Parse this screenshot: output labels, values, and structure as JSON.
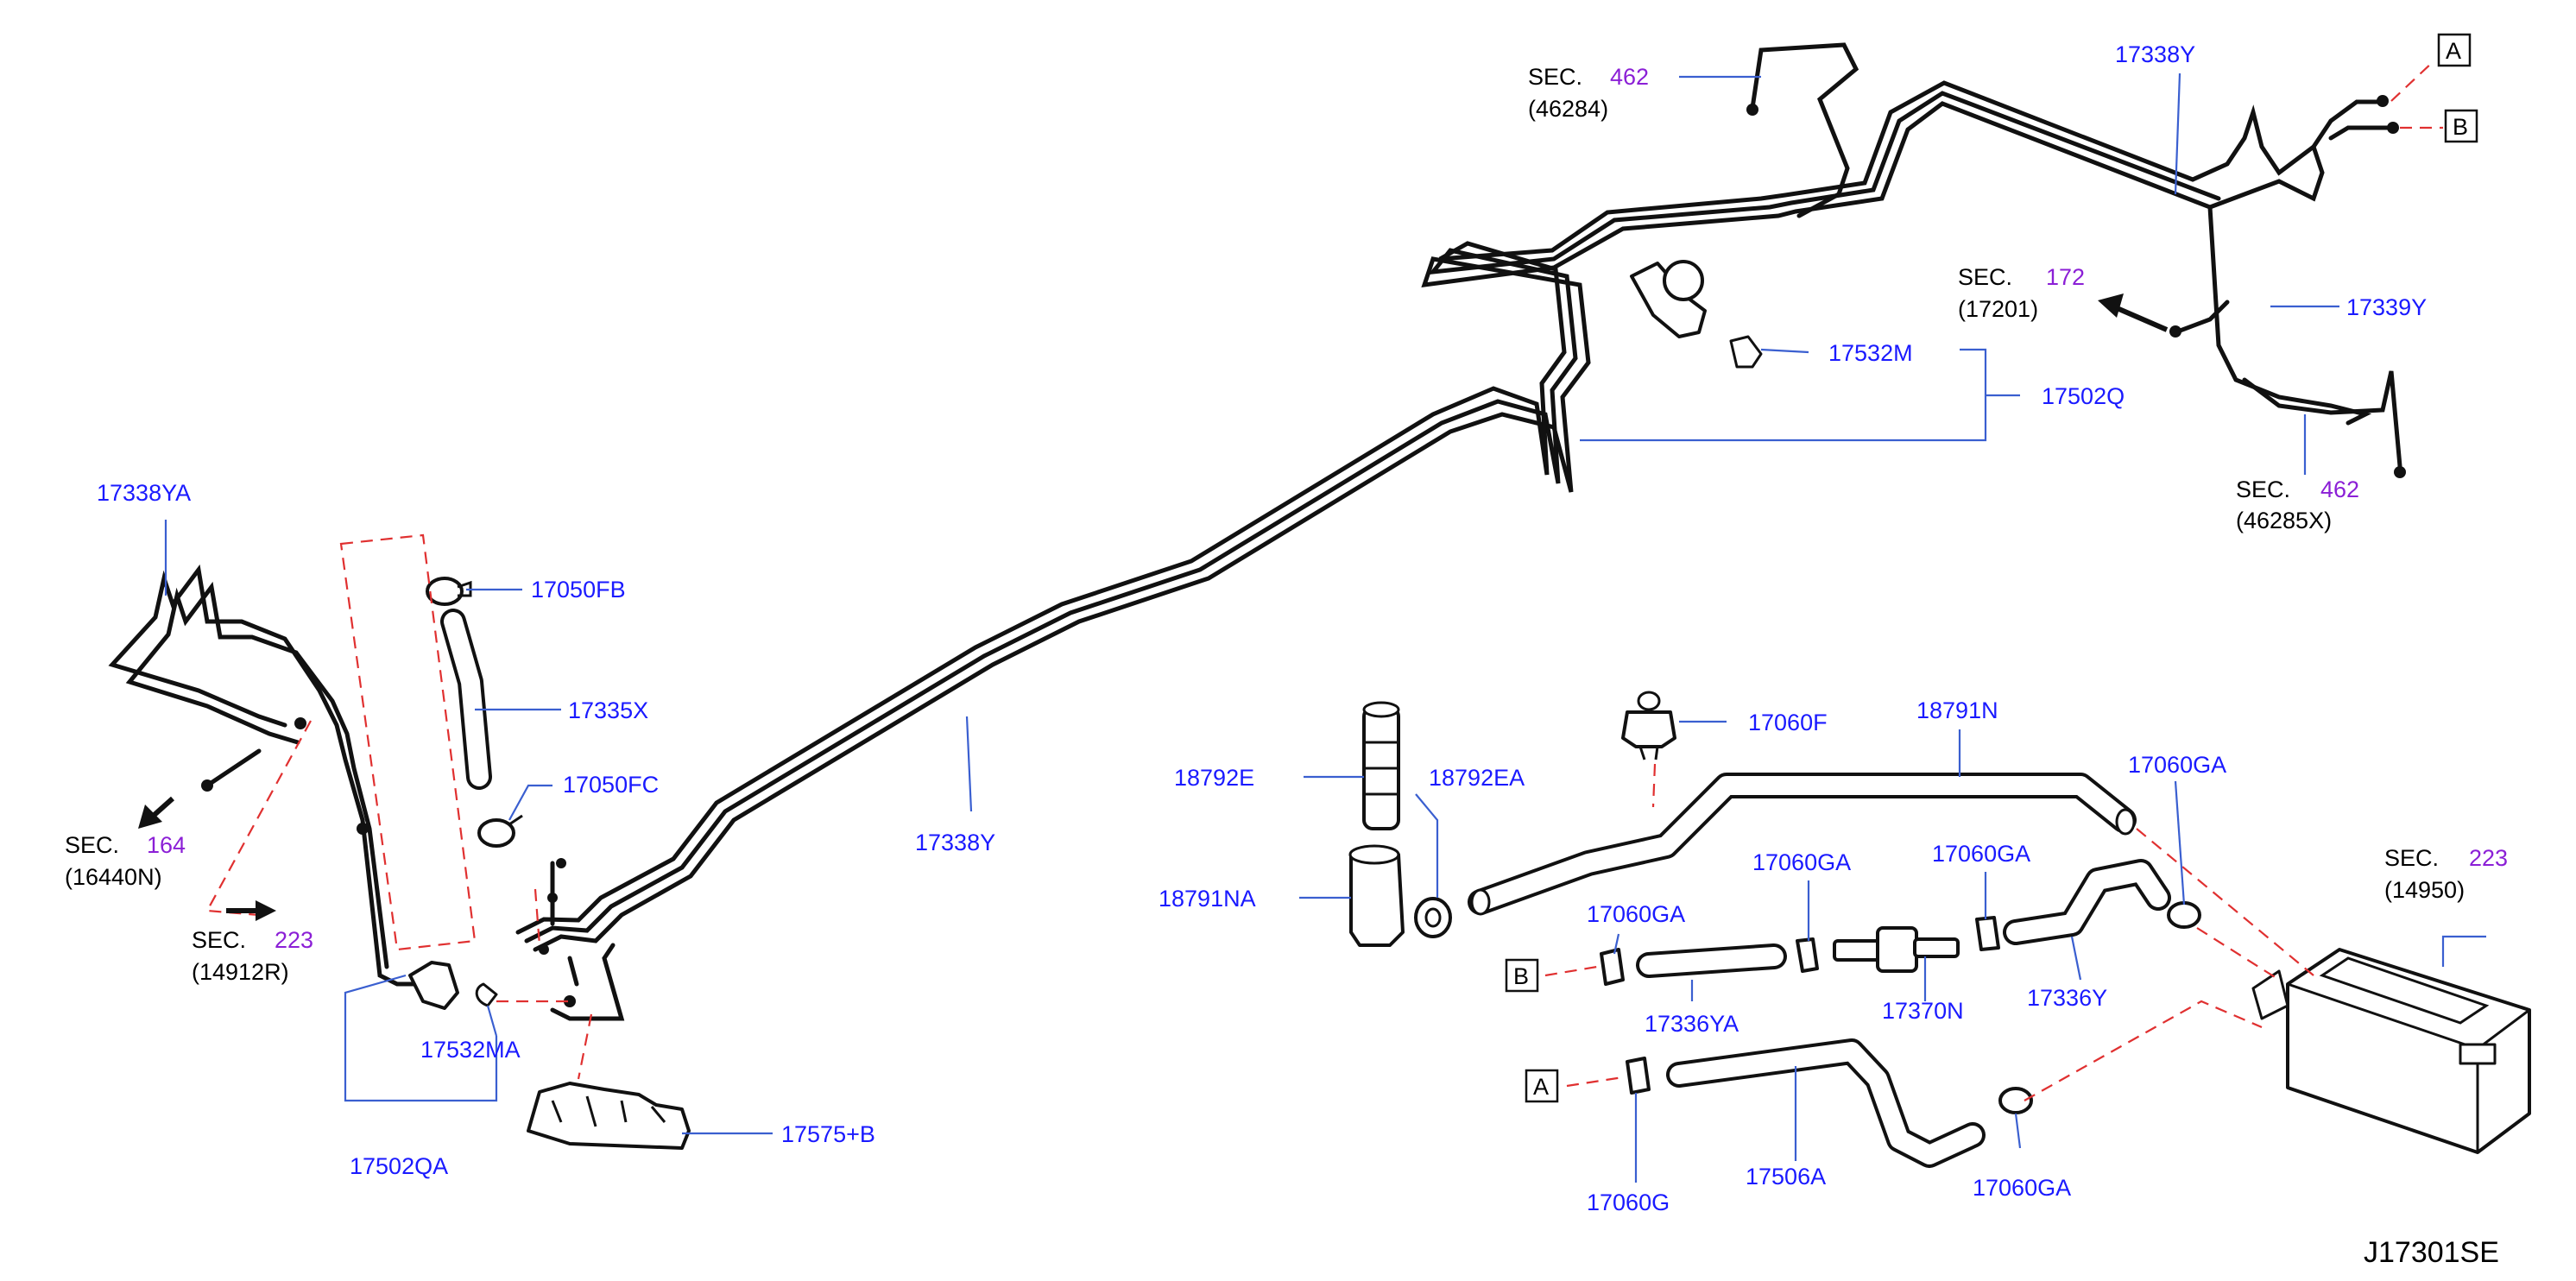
{
  "diagram": {
    "code": "J17301SE",
    "sec_label": "SEC.",
    "part_labels": {
      "p17338ya": "17338YA",
      "p17050fb": "17050FB",
      "p17335x": "17335X",
      "p17050fc": "17050FC",
      "p17532ma": "17532MA",
      "p17502qa": "17502QA",
      "p17575b": "17575+B",
      "p17338y_center": "17338Y",
      "p17338y_top": "17338Y",
      "p17339y": "17339Y",
      "p17532m": "17532M",
      "p17502q": "17502Q",
      "p17060f": "17060F",
      "p18791n": "18791N",
      "p18792e": "18792E",
      "p18792ea": "18792EA",
      "p18791na": "18791NA",
      "p17060ga_1": "17060GA",
      "p17060ga_2": "17060GA",
      "p17060ga_3": "17060GA",
      "p17060ga_4": "17060GA",
      "p17060ga_5": "17060GA",
      "p17336ya": "17336YA",
      "p17370n": "17370N",
      "p17336y": "17336Y",
      "p17506a": "17506A",
      "p17060g": "17060G"
    },
    "sections": {
      "s462_top": {
        "num": "462",
        "ref": "(46284)"
      },
      "s172": {
        "num": "172",
        "ref": "(17201)"
      },
      "s462_right": {
        "num": "462",
        "ref": "(46285X)"
      },
      "s164": {
        "num": "164",
        "ref": "(16440N)"
      },
      "s223_left": {
        "num": "223",
        "ref": "(14912R)"
      },
      "s223_right": {
        "num": "223",
        "ref": "(14950)"
      }
    },
    "markers": {
      "a": "A",
      "b": "B"
    }
  }
}
